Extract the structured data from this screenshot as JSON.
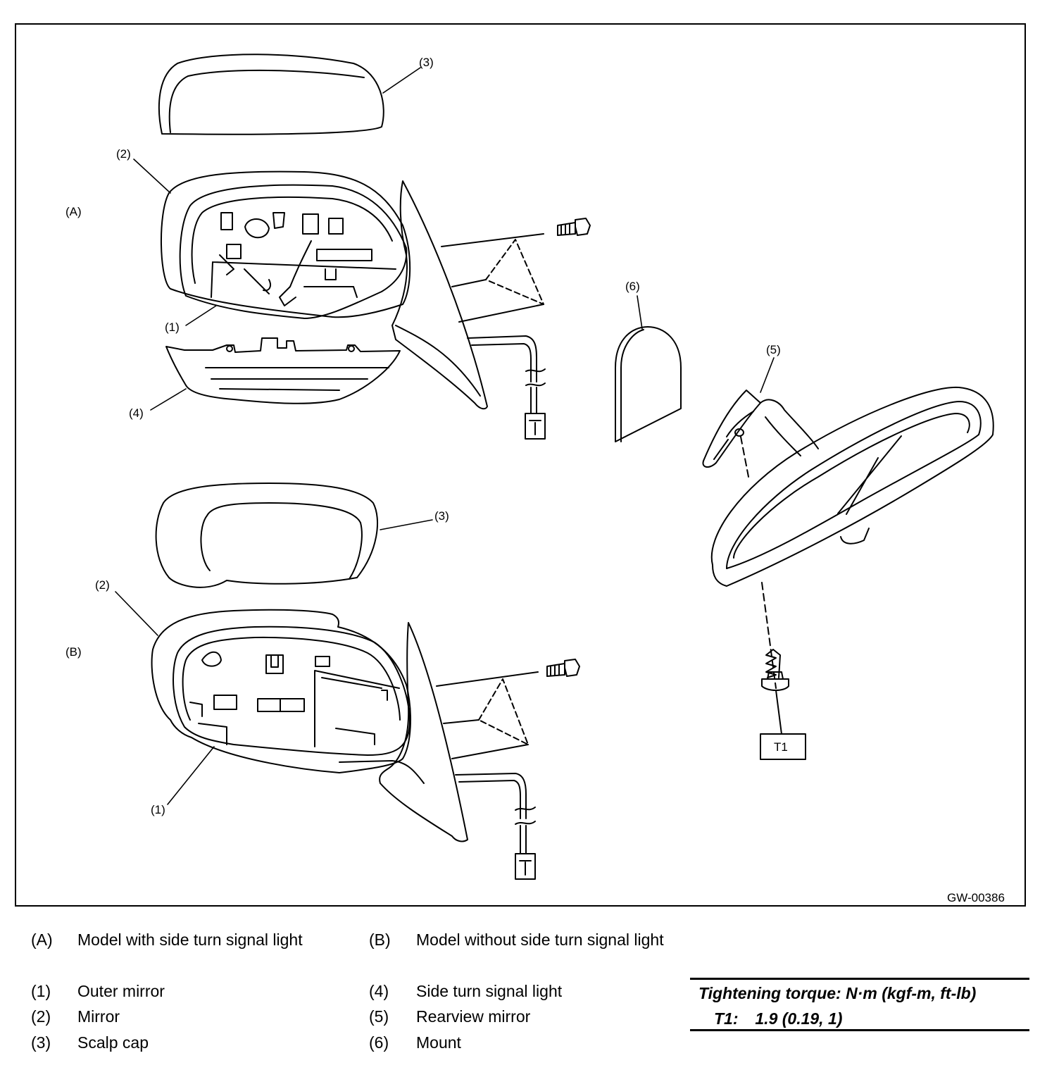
{
  "figure": {
    "code": "GW-00386",
    "callouts": {
      "a_cap": "(3)",
      "a_mirror": "(2)",
      "a_model": "(A)",
      "a_outer": "(1)",
      "a_signal": "(4)",
      "b_cap": "(3)",
      "b_mirror": "(2)",
      "b_model": "(B)",
      "b_outer": "(1)",
      "mount": "(6)",
      "rearview": "(5)",
      "torque_box": "T1"
    }
  },
  "legend": {
    "models": [
      {
        "key": "(A)",
        "text": "Model with side turn signal light"
      },
      {
        "key": "(B)",
        "text": "Model without side turn signal light"
      }
    ],
    "parts_left": [
      {
        "key": "(1)",
        "text": "Outer mirror"
      },
      {
        "key": "(2)",
        "text": "Mirror"
      },
      {
        "key": "(3)",
        "text": "Scalp cap"
      }
    ],
    "parts_right": [
      {
        "key": "(4)",
        "text": "Side turn signal light"
      },
      {
        "key": "(5)",
        "text": "Rearview mirror"
      },
      {
        "key": "(6)",
        "text": "Mount"
      }
    ]
  },
  "torque": {
    "heading": "Tightening torque: N·m (kgf-m, ft-lb)",
    "item_key": "T1:",
    "item_value": "1.9 (0.19, 1)"
  }
}
